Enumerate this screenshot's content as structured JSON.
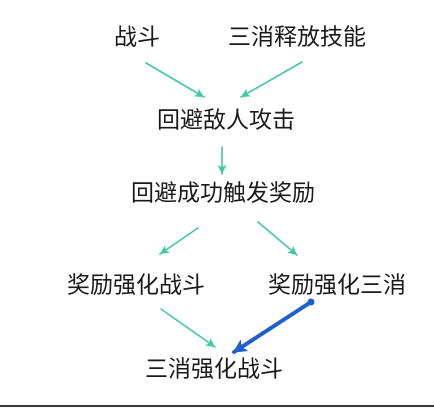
{
  "nodes": [
    {
      "label": "战斗"
    },
    {
      "label": "三消释放技能"
    },
    {
      "label": "回避敌人攻击"
    },
    {
      "label": "回避成功触发奖励"
    },
    {
      "label": "奖励强化战斗"
    },
    {
      "label": "奖励强化三消"
    },
    {
      "label": "三消强化战斗"
    }
  ],
  "edges": [
    {
      "from": 0,
      "to": 2,
      "color": "#3fc8a6"
    },
    {
      "from": 1,
      "to": 2,
      "color": "#3fc8a6"
    },
    {
      "from": 2,
      "to": 3,
      "color": "#3fc8a6"
    },
    {
      "from": 3,
      "to": 4,
      "color": "#3fc8a6"
    },
    {
      "from": 3,
      "to": 5,
      "color": "#3fc8a6"
    },
    {
      "from": 4,
      "to": 6,
      "color": "#3fc8a6"
    },
    {
      "from": 5,
      "to": 6,
      "color": "#1f5fcc"
    }
  ],
  "colors": {
    "text": "#1a1a1a",
    "arrow": "#3fc8a6",
    "highlight": "#1f5fcc"
  }
}
